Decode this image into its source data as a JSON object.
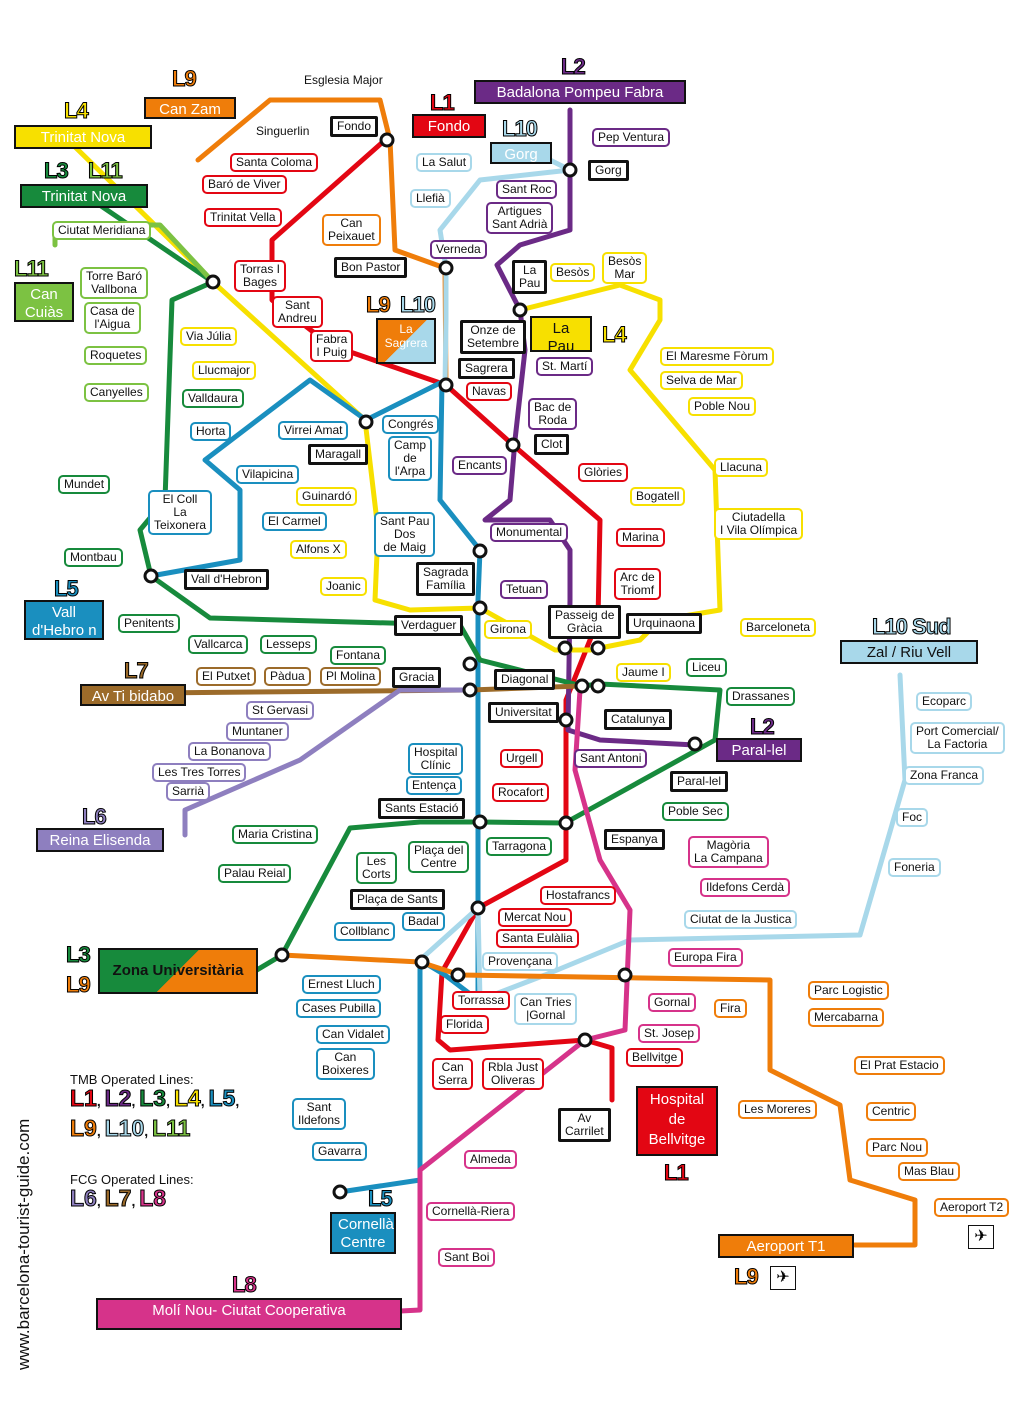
{
  "colors": {
    "L1": "#e30613",
    "L2": "#6b2a86",
    "L3": "#178a3c",
    "L4": "#f7e000",
    "L5": "#1a8fbf",
    "L6": "#8e7fbf",
    "L7": "#9c6b2a",
    "L8": "#d6338a",
    "L9": "#ef7d0a",
    "L10": "#a8d8ea",
    "L11": "#7cc242"
  },
  "labels": {
    "esglesia": "Esglesia Major",
    "singuerlin": "Singuerlin",
    "website": "www.barcelona-tourist-guide.com",
    "tmb_title": "TMB Operated Lines:",
    "fcg_title": "FCG Operated Lines:"
  },
  "tmb_lines": [
    "L1",
    "L2",
    "L3",
    "L4",
    "L5",
    "L9",
    "L10",
    "L11"
  ],
  "fcg_lines": [
    "L6",
    "L7",
    "L8"
  ],
  "badges": [
    {
      "id": "l9-top",
      "text": "L9",
      "color": "L9"
    },
    {
      "id": "l4-top",
      "text": "L4",
      "color": "L4"
    },
    {
      "id": "l3-top",
      "text": "L3",
      "color": "L3"
    },
    {
      "id": "l11-top",
      "text": "L11",
      "color": "L11"
    },
    {
      "id": "l11-left",
      "text": "L11",
      "color": "L11"
    },
    {
      "id": "l2-top",
      "text": "L2",
      "color": "L2"
    },
    {
      "id": "l1-top",
      "text": "L1",
      "color": "L1"
    },
    {
      "id": "l10-top",
      "text": "L10",
      "color": "L10"
    },
    {
      "id": "l9-sag",
      "text": "L9",
      "color": "L9"
    },
    {
      "id": "l10-sag",
      "text": "L10",
      "color": "L10"
    },
    {
      "id": "l4-mid",
      "text": "L4",
      "color": "L4"
    },
    {
      "id": "l5-left",
      "text": "L5",
      "color": "L5"
    },
    {
      "id": "l7-left",
      "text": "L7",
      "color": "L7"
    },
    {
      "id": "l10sud",
      "text": "L10 Sud",
      "color": "L10"
    },
    {
      "id": "l2-par",
      "text": "L2",
      "color": "L2"
    },
    {
      "id": "l6-left",
      "text": "L6",
      "color": "L6"
    },
    {
      "id": "l3-zu",
      "text": "L3",
      "color": "L3"
    },
    {
      "id": "l9-zu",
      "text": "L9",
      "color": "L9"
    },
    {
      "id": "l5-bot",
      "text": "L5",
      "color": "L5"
    },
    {
      "id": "l8-bot",
      "text": "L8",
      "color": "L8"
    },
    {
      "id": "l1-bot",
      "text": "L1",
      "color": "L1"
    },
    {
      "id": "l9-bot",
      "text": "L9",
      "color": "L9"
    }
  ],
  "terminals": [
    {
      "id": "can-zam",
      "text": "Can Zam",
      "color": "L9"
    },
    {
      "id": "trinitat-nova-l4",
      "text": "Trinitat Nova",
      "color": "L4"
    },
    {
      "id": "trinitat-nova-l3",
      "text": "Trinitat Nova",
      "color": "L3"
    },
    {
      "id": "can-cuias",
      "text": "Can\nCuiàs",
      "color": "L11"
    },
    {
      "id": "badalona",
      "text": "Badalona Pompeu Fabra",
      "color": "L2"
    },
    {
      "id": "fondo",
      "text": "Fondo",
      "color": "L1"
    },
    {
      "id": "gorg",
      "text": "Gorg",
      "color": "L10"
    },
    {
      "id": "la-sagrera",
      "text": "La\nSagrera",
      "color": "L10"
    },
    {
      "id": "la-pau",
      "text": "La\nPau",
      "color": "L4"
    },
    {
      "id": "vall-hebron",
      "text": "Vall\nd'Hebro n",
      "color": "L5"
    },
    {
      "id": "av-tibidabo",
      "text": "Av Ti bidabo",
      "color": "L7"
    },
    {
      "id": "zal",
      "text": "Zal / Riu Vell",
      "color": "L10"
    },
    {
      "id": "paral-lel",
      "text": "Paral-lel",
      "color": "L2"
    },
    {
      "id": "reina-elisenda",
      "text": "Reina Elisenda",
      "color": "L6"
    },
    {
      "id": "zona-univ",
      "text": "Zona Universitària",
      "color": "L3"
    },
    {
      "id": "cornella-centre",
      "text": "Cornellà\nCentre",
      "color": "L5"
    },
    {
      "id": "hospital-bellvitge",
      "text": "Hospital\nde\nBellvitge",
      "color": "L1"
    },
    {
      "id": "aeroport-t1",
      "text": "Aeroport T1",
      "color": "L9"
    },
    {
      "id": "moli-nou",
      "text": "Molí Nou- Ciutat Cooperativa",
      "color": "L8"
    }
  ],
  "stations": [
    {
      "id": "fondo-s",
      "text": "Fondo",
      "color": "#111"
    },
    {
      "id": "santa-coloma",
      "text": "Santa Coloma",
      "color": "L1"
    },
    {
      "id": "baro-viver",
      "text": "Baró de Viver",
      "color": "L1"
    },
    {
      "id": "trinitat-vella",
      "text": "Trinitat Vella",
      "color": "L1"
    },
    {
      "id": "can-peixauet",
      "text": "Can\nPeixauet",
      "color": "L9"
    },
    {
      "id": "torras-bages",
      "text": "Torras I\nBages",
      "color": "L1"
    },
    {
      "id": "sant-andreu",
      "text": "Sant\nAndreu",
      "color": "L1"
    },
    {
      "id": "fabra-puig",
      "text": "Fabra\nI Puig",
      "color": "L1"
    },
    {
      "id": "bon-pastor",
      "text": "Bon Pastor",
      "color": "#111"
    },
    {
      "id": "la-salut",
      "text": "La Salut",
      "color": "L10"
    },
    {
      "id": "llefia",
      "text": "Llefià",
      "color": "L10"
    },
    {
      "id": "verneda",
      "text": "Verneda",
      "color": "L2"
    },
    {
      "id": "pep-ventura",
      "text": "Pep Ventura",
      "color": "L2"
    },
    {
      "id": "gorg-s",
      "text": "Gorg",
      "color": "#111"
    },
    {
      "id": "sant-roc",
      "text": "Sant Roc",
      "color": "L2"
    },
    {
      "id": "artigues",
      "text": "Artigues\nSant Adrià",
      "color": "L2"
    },
    {
      "id": "la-pau-s",
      "text": "La\nPau",
      "color": "#111"
    },
    {
      "id": "besos",
      "text": "Besòs",
      "color": "L4"
    },
    {
      "id": "besos-mar",
      "text": "Besòs\nMar",
      "color": "L4"
    },
    {
      "id": "onze-setembre",
      "text": "Onze de\nSetembre",
      "color": "#111"
    },
    {
      "id": "sagrera-s",
      "text": "Sagrera",
      "color": "#111"
    },
    {
      "id": "st-marti",
      "text": "St. Martí",
      "color": "L2"
    },
    {
      "id": "navas",
      "text": "Navas",
      "color": "L1"
    },
    {
      "id": "maresme",
      "text": "El Maresme Fòrum",
      "color": "L4"
    },
    {
      "id": "selva-mar",
      "text": "Selva de Mar",
      "color": "L4"
    },
    {
      "id": "poble-nou",
      "text": "Poble Nou",
      "color": "L4"
    },
    {
      "id": "bac-roda",
      "text": "Bac de\nRoda",
      "color": "L2"
    },
    {
      "id": "clot",
      "text": "Clot",
      "color": "#111"
    },
    {
      "id": "glories",
      "text": "Glòries",
      "color": "L1"
    },
    {
      "id": "llacuna",
      "text": "Llacuna",
      "color": "L4"
    },
    {
      "id": "bogatell",
      "text": "Bogatell",
      "color": "L4"
    },
    {
      "id": "ciutadella",
      "text": "Ciutadella\nI Vila Olímpica",
      "color": "L4"
    },
    {
      "id": "marina",
      "text": "Marina",
      "color": "L1"
    },
    {
      "id": "arc-triomf",
      "text": "Arc de\nTriomf",
      "color": "L1"
    },
    {
      "id": "encants",
      "text": "Encants",
      "color": "L2"
    },
    {
      "id": "monumental",
      "text": "Monumental",
      "color": "L2"
    },
    {
      "id": "sagrada-familia",
      "text": "Sagrada\nFamília",
      "color": "#111"
    },
    {
      "id": "tetuan",
      "text": "Tetuan",
      "color": "L2"
    },
    {
      "id": "congres",
      "text": "Congrés",
      "color": "L5"
    },
    {
      "id": "camp-arpa",
      "text": "Camp\nde\nl'Arpa",
      "color": "L5"
    },
    {
      "id": "sant-pau",
      "text": "Sant Pau\nDos\nde Maig",
      "color": "L5"
    },
    {
      "id": "maragall",
      "text": "Maragall",
      "color": "#111"
    },
    {
      "id": "virrei-amat",
      "text": "Virrei Amat",
      "color": "L5"
    },
    {
      "id": "vilapicina",
      "text": "Vilapicina",
      "color": "L5"
    },
    {
      "id": "horta",
      "text": "Horta",
      "color": "L5"
    },
    {
      "id": "el-carmel",
      "text": "El Carmel",
      "color": "L5"
    },
    {
      "id": "el-coll",
      "text": "El Coll\nLa\nTeixonera",
      "color": "L5"
    },
    {
      "id": "guinardo",
      "text": "Guinardó",
      "color": "L4"
    },
    {
      "id": "alfons-x",
      "text": "Alfons X",
      "color": "L4"
    },
    {
      "id": "joanic",
      "text": "Joanic",
      "color": "L4"
    },
    {
      "id": "via-julia",
      "text": "Via Júlia",
      "color": "L4"
    },
    {
      "id": "llucmajor",
      "text": "Llucmajor",
      "color": "L4"
    },
    {
      "id": "valldaura",
      "text": "Valldaura",
      "color": "L3"
    },
    {
      "id": "mundet",
      "text": "Mundet",
      "color": "L3"
    },
    {
      "id": "montbau",
      "text": "Montbau",
      "color": "L3"
    },
    {
      "id": "vall-hebron-s",
      "text": "Vall d'Hebron",
      "color": "#111"
    },
    {
      "id": "penitents",
      "text": "Penitents",
      "color": "L3"
    },
    {
      "id": "vallcarca",
      "text": "Vallcarca",
      "color": "L3"
    },
    {
      "id": "lesseps",
      "text": "Lesseps",
      "color": "L3"
    },
    {
      "id": "fontana",
      "text": "Fontana",
      "color": "L3"
    },
    {
      "id": "ciutat-meridiana",
      "text": "Ciutat Meridiana",
      "color": "L11"
    },
    {
      "id": "torre-baro",
      "text": "Torre Baró\nVallbona",
      "color": "L11"
    },
    {
      "id": "casa-aigua",
      "text": "Casa de\nl'Aigua",
      "color": "L11"
    },
    {
      "id": "roquetes",
      "text": "Roquetes",
      "color": "L11"
    },
    {
      "id": "canyelles",
      "text": "Canyelles",
      "color": "L11"
    },
    {
      "id": "verdaguer",
      "text": "Verdaguer",
      "color": "#111"
    },
    {
      "id": "girona",
      "text": "Girona",
      "color": "L4"
    },
    {
      "id": "passeig-gracia",
      "text": "Passeig de\nGràcia",
      "color": "#111"
    },
    {
      "id": "urquinaona",
      "text": "Urquinaona",
      "color": "#111"
    },
    {
      "id": "barceloneta",
      "text": "Barceloneta",
      "color": "L4"
    },
    {
      "id": "jaume-i",
      "text": "Jaume I",
      "color": "L4"
    },
    {
      "id": "el-putxet",
      "text": "El Putxet",
      "color": "L7"
    },
    {
      "id": "padua",
      "text": "Pàdua",
      "color": "L7"
    },
    {
      "id": "pl-molina",
      "text": "Pl Molina",
      "color": "L7"
    },
    {
      "id": "gracia",
      "text": "Gracia",
      "color": "#111"
    },
    {
      "id": "diagonal",
      "text": "Diagonal",
      "color": "#111"
    },
    {
      "id": "liceu",
      "text": "Liceu",
      "color": "L3"
    },
    {
      "id": "drassanes",
      "text": "Drassanes",
      "color": "L3"
    },
    {
      "id": "st-gervasi",
      "text": "St Gervasi",
      "color": "L6"
    },
    {
      "id": "muntaner",
      "text": "Muntaner",
      "color": "L6"
    },
    {
      "id": "bonanova",
      "text": "La Bonanova",
      "color": "L6"
    },
    {
      "id": "tres-torres",
      "text": "Les Tres Torres",
      "color": "L6"
    },
    {
      "id": "sarria",
      "text": "Sarrià",
      "color": "L6"
    },
    {
      "id": "universitat",
      "text": "Universitat",
      "color": "#111"
    },
    {
      "id": "catalunya",
      "text": "Catalunya",
      "color": "#111"
    },
    {
      "id": "sant-antoni",
      "text": "Sant Antoni",
      "color": "L2"
    },
    {
      "id": "paral-lel-s",
      "text": "Paral-lel",
      "color": "#111"
    },
    {
      "id": "poble-sec",
      "text": "Poble Sec",
      "color": "L3"
    },
    {
      "id": "hospital-clinic",
      "text": "Hospital\nClínic",
      "color": "L5"
    },
    {
      "id": "urgell",
      "text": "Urgell",
      "color": "L1"
    },
    {
      "id": "entenca",
      "text": "Entença",
      "color": "L5"
    },
    {
      "id": "rocafort",
      "text": "Rocafort",
      "color": "L1"
    },
    {
      "id": "sants-estacio",
      "text": "Sants Estació",
      "color": "#111"
    },
    {
      "id": "maria-cristina",
      "text": "Maria Cristina",
      "color": "L3"
    },
    {
      "id": "palau-reial",
      "text": "Palau Reial",
      "color": "L3"
    },
    {
      "id": "les-corts",
      "text": "Les\nCorts",
      "color": "L3"
    },
    {
      "id": "placa-centre",
      "text": "Plaça del\nCentre",
      "color": "L3"
    },
    {
      "id": "tarragona",
      "text": "Tarragona",
      "color": "L3"
    },
    {
      "id": "espanya",
      "text": "Espanya",
      "color": "#111"
    },
    {
      "id": "magoria",
      "text": "Magòria\nLa Campana",
      "color": "L8"
    },
    {
      "id": "ildefons",
      "text": "Ildefons Cerdà",
      "color": "L8"
    },
    {
      "id": "hostafrancs",
      "text": "Hostafrancs",
      "color": "L1"
    },
    {
      "id": "placa-sants",
      "text": "Plaça de Sants",
      "color": "#111"
    },
    {
      "id": "mercat-nou",
      "text": "Mercat Nou",
      "color": "L1"
    },
    {
      "id": "santa-eulalia",
      "text": "Santa Eulàlia",
      "color": "L1"
    },
    {
      "id": "badal",
      "text": "Badal",
      "color": "L5"
    },
    {
      "id": "collblanc",
      "text": "Collblanc",
      "color": "L5"
    },
    {
      "id": "ciutat-justica",
      "text": "Ciutat de la Justica",
      "color": "L10"
    },
    {
      "id": "provenca",
      "text": "Provençana",
      "color": "L10"
    },
    {
      "id": "europa-fira",
      "text": "Europa Fira",
      "color": "L8"
    },
    {
      "id": "ernest-lluch",
      "text": "Ernest Lluch",
      "color": "L5"
    },
    {
      "id": "cases-pubilla",
      "text": "Cases Pubilla",
      "color": "L5"
    },
    {
      "id": "can-vidalet",
      "text": "Can Vidalet",
      "color": "L5"
    },
    {
      "id": "can-boixeres",
      "text": "Can\nBoixeres",
      "color": "L5"
    },
    {
      "id": "sant-ildefons",
      "text": "Sant\nIldefons",
      "color": "L5"
    },
    {
      "id": "gavarra",
      "text": "Gavarra",
      "color": "L5"
    },
    {
      "id": "torrassa",
      "text": "Torrassa",
      "color": "L1"
    },
    {
      "id": "florida",
      "text": "Florida",
      "color": "L1"
    },
    {
      "id": "can-tries",
      "text": "Can Tries\n|Gornal",
      "color": "L10"
    },
    {
      "id": "gornal",
      "text": "Gornal",
      "color": "L8"
    },
    {
      "id": "fira",
      "text": "Fira",
      "color": "L9"
    },
    {
      "id": "st-josep",
      "text": "St. Josep",
      "color": "L8"
    },
    {
      "id": "bellvitge",
      "text": "Bellvitge",
      "color": "L1"
    },
    {
      "id": "can-serra",
      "text": "Can\nSerra",
      "color": "L1"
    },
    {
      "id": "rbla-just",
      "text": "Rbla Just\nOliveras",
      "color": "L1"
    },
    {
      "id": "av-carrilet",
      "text": "Av\nCarrilet",
      "color": "#111"
    },
    {
      "id": "almeda",
      "text": "Almeda",
      "color": "L8"
    },
    {
      "id": "cornella-riera",
      "text": "Cornellà-Riera",
      "color": "L8"
    },
    {
      "id": "sant-boi",
      "text": "Sant Boi",
      "color": "L8"
    },
    {
      "id": "ecoparc",
      "text": "Ecoparc",
      "color": "L10"
    },
    {
      "id": "port-comercial",
      "text": "Port Comercial/\nLa Factoria",
      "color": "L10"
    },
    {
      "id": "zona-franca",
      "text": "Zona Franca",
      "color": "L10"
    },
    {
      "id": "foc",
      "text": "Foc",
      "color": "L10"
    },
    {
      "id": "foneria",
      "text": "Foneria",
      "color": "L10"
    },
    {
      "id": "parc-logistic",
      "text": "Parc Logistic",
      "color": "L9"
    },
    {
      "id": "mercabarna",
      "text": "Mercabarna",
      "color": "L9"
    },
    {
      "id": "el-prat",
      "text": "El Prat Estacio",
      "color": "L9"
    },
    {
      "id": "les-moreres",
      "text": "Les Moreres",
      "color": "L9"
    },
    {
      "id": "centric",
      "text": "Centric",
      "color": "L9"
    },
    {
      "id": "parc-nou",
      "text": "Parc Nou",
      "color": "L9"
    },
    {
      "id": "mas-blau",
      "text": "Mas Blau",
      "color": "L9"
    },
    {
      "id": "aeroport-t2",
      "text": "Aeroport T2",
      "color": "L9"
    }
  ]
}
